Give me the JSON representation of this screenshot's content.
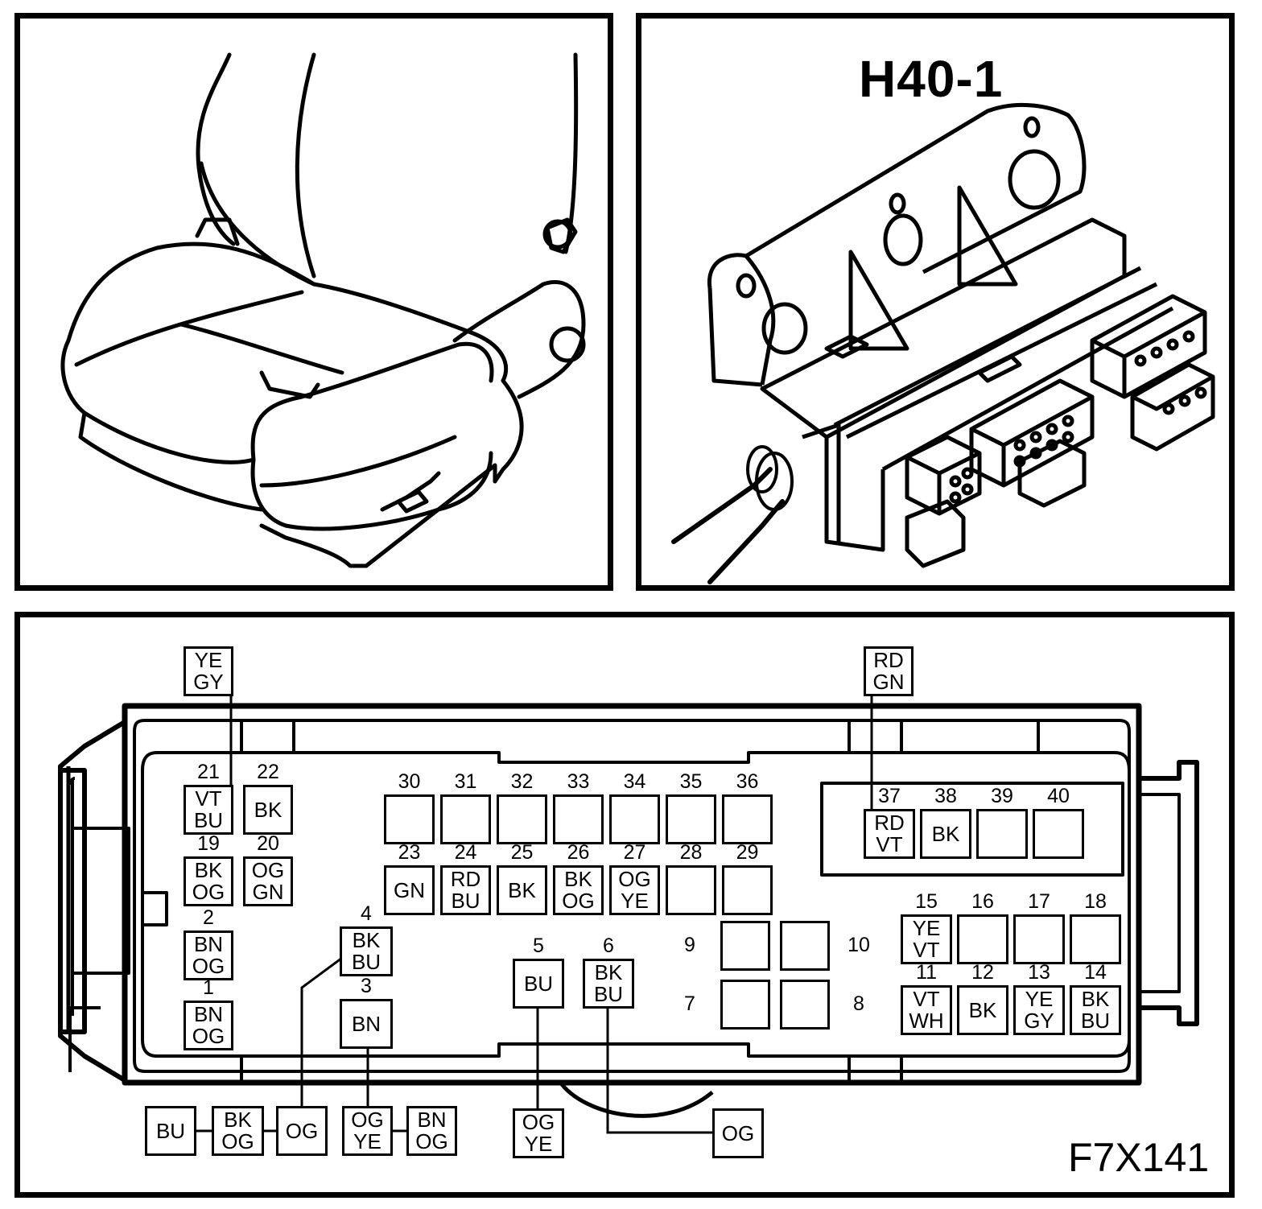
{
  "connector_view": {
    "title": "H40-1"
  },
  "figure_id": "F7X141",
  "pins": [
    {
      "num": "21",
      "colors": [
        "VT",
        "BU"
      ]
    },
    {
      "num": "22",
      "colors": [
        "BK"
      ]
    },
    {
      "num": "19",
      "colors": [
        "BK",
        "OG"
      ]
    },
    {
      "num": "20",
      "colors": [
        "OG",
        "GN"
      ]
    },
    {
      "num": "2",
      "colors": [
        "BN",
        "OG"
      ]
    },
    {
      "num": "1",
      "colors": [
        "BN",
        "OG"
      ]
    },
    {
      "num": "4",
      "colors": [
        "BK",
        "BU"
      ]
    },
    {
      "num": "3",
      "colors": [
        "BN"
      ]
    },
    {
      "num": "30",
      "colors": []
    },
    {
      "num": "31",
      "colors": []
    },
    {
      "num": "32",
      "colors": []
    },
    {
      "num": "33",
      "colors": []
    },
    {
      "num": "34",
      "colors": []
    },
    {
      "num": "35",
      "colors": []
    },
    {
      "num": "36",
      "colors": []
    },
    {
      "num": "23",
      "colors": [
        "GN"
      ]
    },
    {
      "num": "24",
      "colors": [
        "RD",
        "BU"
      ]
    },
    {
      "num": "25",
      "colors": [
        "BK"
      ]
    },
    {
      "num": "26",
      "colors": [
        "BK",
        "OG"
      ]
    },
    {
      "num": "27",
      "colors": [
        "OG",
        "YE"
      ]
    },
    {
      "num": "28",
      "colors": []
    },
    {
      "num": "29",
      "colors": []
    },
    {
      "num": "5",
      "colors": [
        "BU"
      ]
    },
    {
      "num": "6",
      "colors": [
        "BK",
        "BU"
      ]
    },
    {
      "num": "9",
      "colors": []
    },
    {
      "num": "10",
      "colors": []
    },
    {
      "num": "7",
      "colors": []
    },
    {
      "num": "8",
      "colors": []
    },
    {
      "num": "37",
      "colors": [
        "RD",
        "VT"
      ]
    },
    {
      "num": "38",
      "colors": [
        "BK"
      ]
    },
    {
      "num": "39",
      "colors": []
    },
    {
      "num": "40",
      "colors": []
    },
    {
      "num": "15",
      "colors": [
        "YE",
        "VT"
      ]
    },
    {
      "num": "16",
      "colors": []
    },
    {
      "num": "17",
      "colors": []
    },
    {
      "num": "18",
      "colors": []
    },
    {
      "num": "11",
      "colors": [
        "VT",
        "WH"
      ]
    },
    {
      "num": "12",
      "colors": [
        "BK"
      ]
    },
    {
      "num": "13",
      "colors": [
        "YE",
        "GY"
      ]
    },
    {
      "num": "14",
      "colors": [
        "BK",
        "BU"
      ]
    }
  ],
  "wire_labels": [
    {
      "colors": [
        "YE",
        "GY"
      ]
    },
    {
      "colors": [
        "RD",
        "GN"
      ]
    },
    {
      "colors": [
        "BU"
      ]
    },
    {
      "colors": [
        "BK",
        "OG"
      ]
    },
    {
      "colors": [
        "OG"
      ]
    },
    {
      "colors": [
        "OG",
        "YE"
      ]
    },
    {
      "colors": [
        "BN",
        "OG"
      ]
    },
    {
      "colors": [
        "OG",
        "YE"
      ]
    },
    {
      "colors": [
        "OG"
      ]
    }
  ]
}
